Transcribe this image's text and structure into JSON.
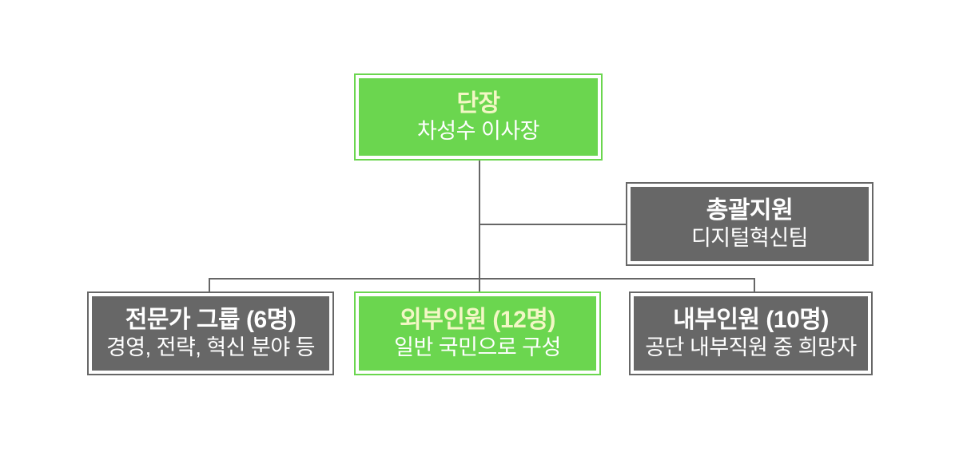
{
  "diagram": {
    "type": "org-chart",
    "nodes": [
      {
        "id": "leader",
        "title": "단장",
        "subtitle": "차성수 이사장",
        "variant": "green"
      },
      {
        "id": "support",
        "title": "총괄지원",
        "subtitle": "디지털혁신팀",
        "variant": "gray"
      },
      {
        "id": "experts",
        "title": "전문가 그룹 (6명)",
        "subtitle": "경영, 전략, 혁신 분야 등",
        "variant": "gray"
      },
      {
        "id": "external",
        "title": "외부인원 (12명)",
        "subtitle": "일반 국민으로 구성",
        "variant": "green"
      },
      {
        "id": "internal",
        "title": "내부인원 (10명)",
        "subtitle": "공단 내부직원 중 희망자",
        "variant": "gray"
      }
    ],
    "edges": [
      {
        "from": "leader",
        "to": "support"
      },
      {
        "from": "leader",
        "to": "experts"
      },
      {
        "from": "leader",
        "to": "external"
      },
      {
        "from": "leader",
        "to": "internal"
      }
    ]
  },
  "colors": {
    "background": "#ffffff",
    "green": "#6bd64f",
    "gray": "#676767",
    "line": "#666666",
    "title_on_green": "#f3f7c5",
    "text_white": "#ffffff"
  }
}
